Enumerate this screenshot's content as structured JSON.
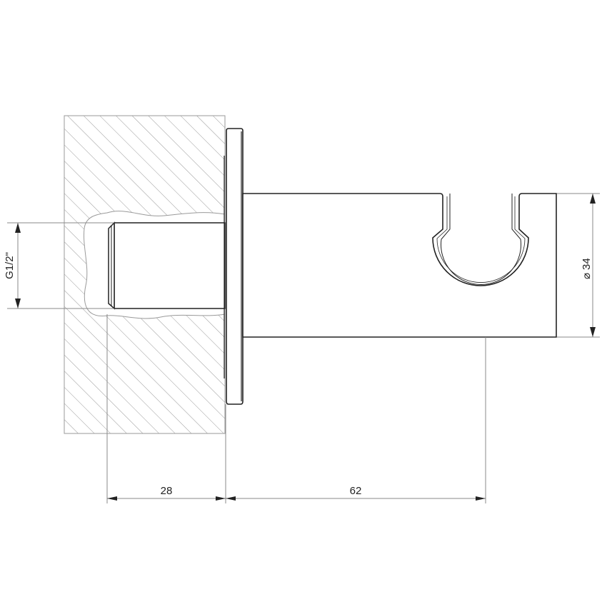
{
  "drawing": {
    "type": "technical-drawing",
    "subject": "wall-mounted shower handset holder, side section view",
    "dimensions": {
      "thread": "G1/2\"",
      "diameter_symbol": "⌀",
      "diameter_value": "34",
      "depth_in_wall": "28",
      "projection": "62"
    },
    "colors": {
      "line": "#222222",
      "hatch": "#9a9a9a",
      "dim_line": "#8a8a8a",
      "background": "#ffffff"
    }
  }
}
